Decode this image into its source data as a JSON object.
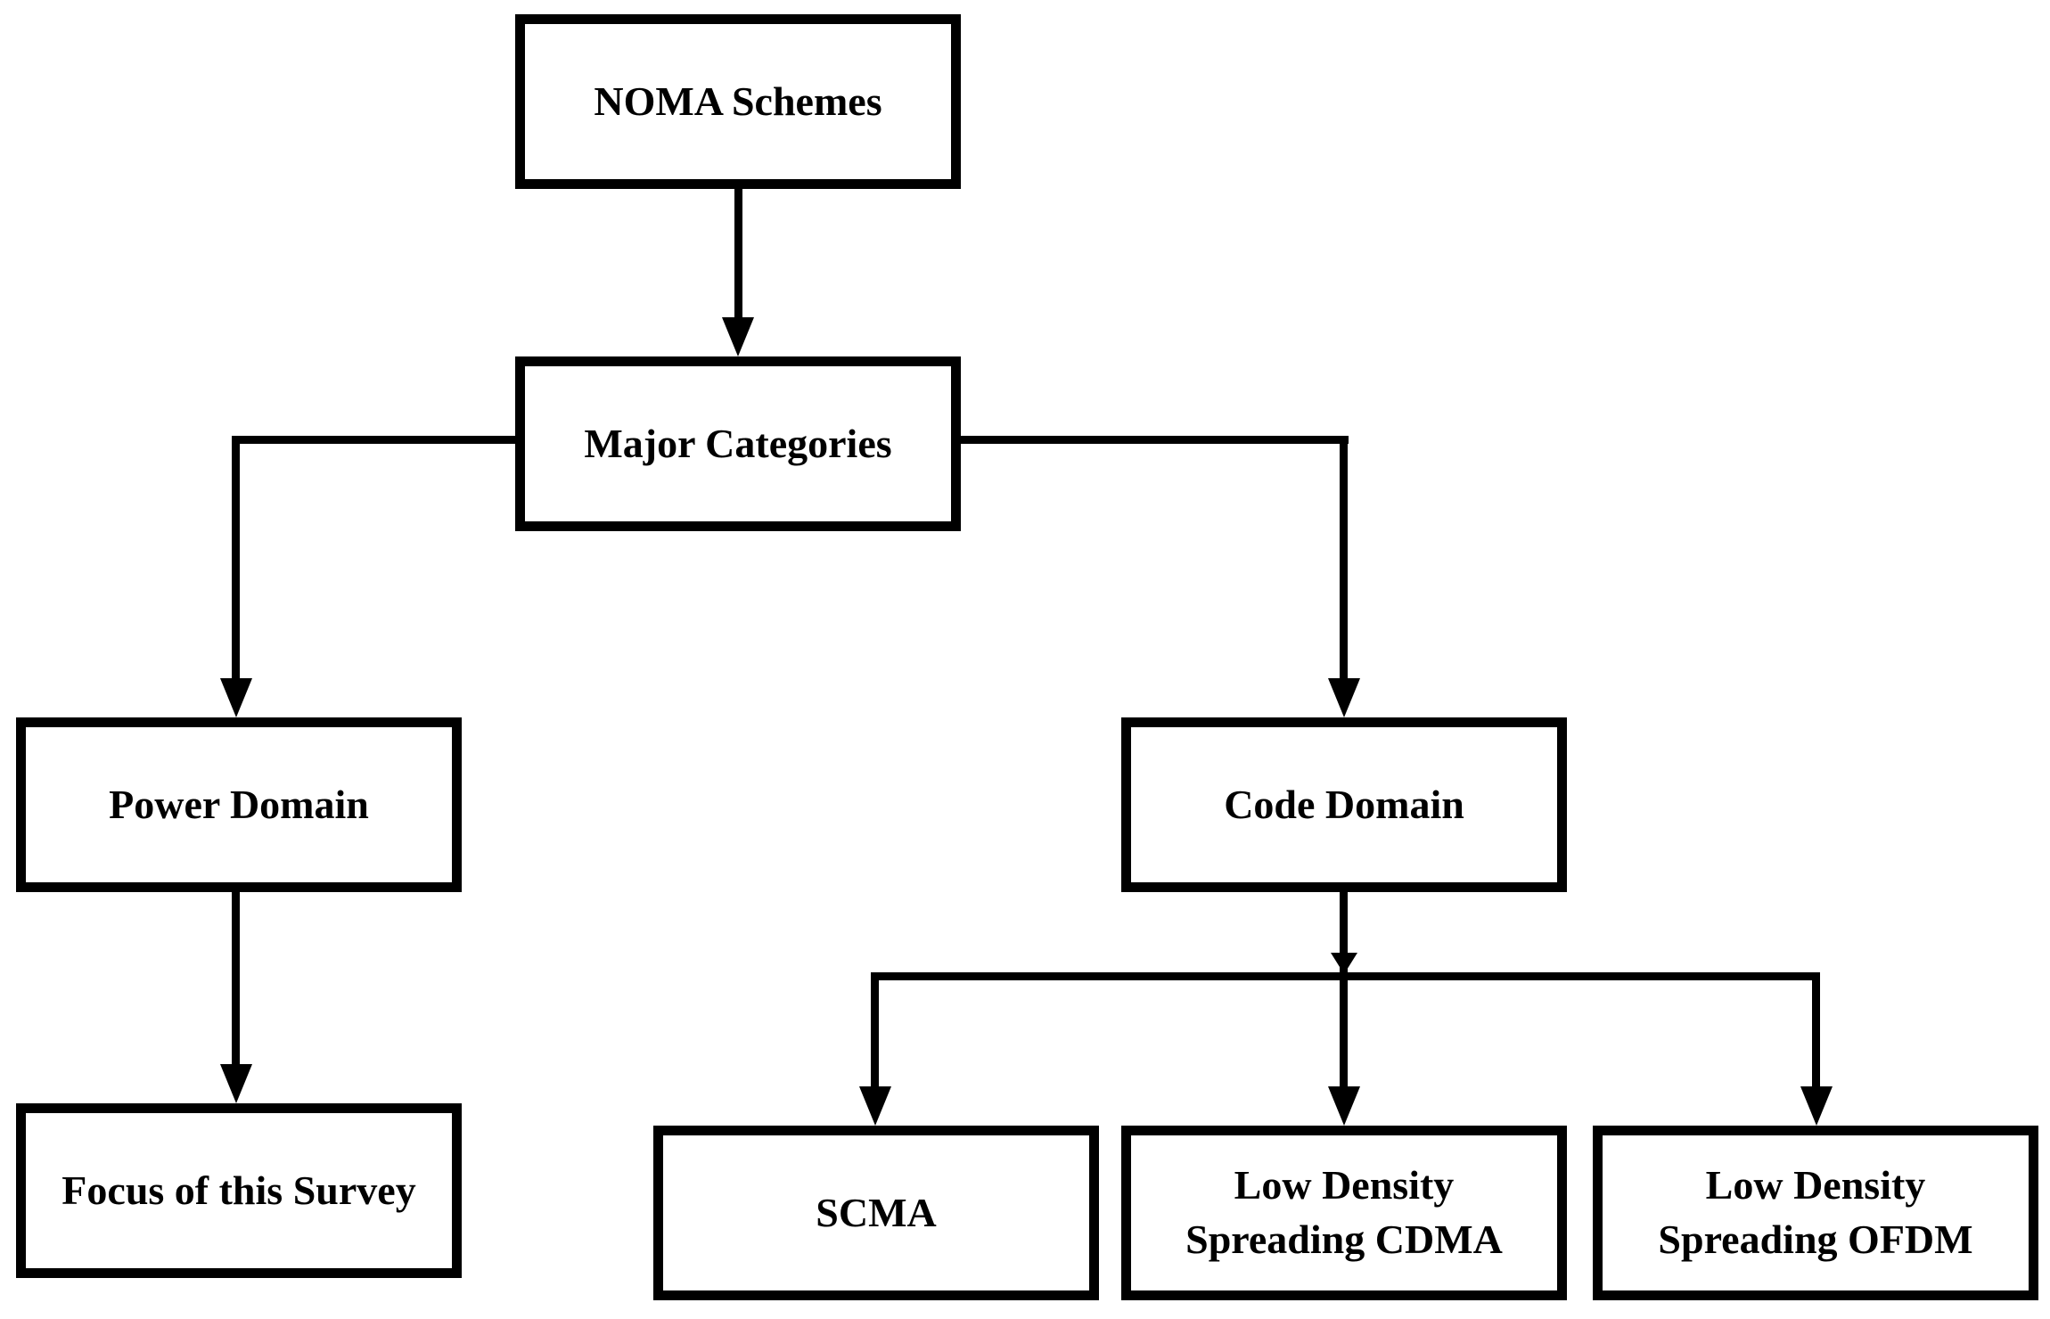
{
  "diagram": {
    "background_color": "#ffffff",
    "line_color": "#000000",
    "box_fill_color": "#ffffff",
    "nodes": {
      "noma_schemes": {
        "label": "NOMA Schemes"
      },
      "major_categories": {
        "label": "Major Categories"
      },
      "power_domain": {
        "label": "Power Domain"
      },
      "code_domain": {
        "label": "Code Domain"
      },
      "focus_survey": {
        "label": "Focus of this Survey"
      },
      "scma": {
        "label": "SCMA"
      },
      "lds_cdma": {
        "label": "Low Density\nSpreading CDMA"
      },
      "lds_ofdm": {
        "label": "Low Density\nSpreading OFDM"
      }
    },
    "edges": [
      {
        "from": "NOMA Schemes",
        "to": "Major Categories"
      },
      {
        "from": "Major Categories",
        "to": "Power Domain"
      },
      {
        "from": "Major Categories",
        "to": "Code Domain"
      },
      {
        "from": "Power Domain",
        "to": "Focus of this Survey"
      },
      {
        "from": "Code Domain",
        "to": "SCMA"
      },
      {
        "from": "Code Domain",
        "to": "Low Density Spreading CDMA"
      },
      {
        "from": "Code Domain",
        "to": "Low Density Spreading OFDM"
      }
    ]
  }
}
